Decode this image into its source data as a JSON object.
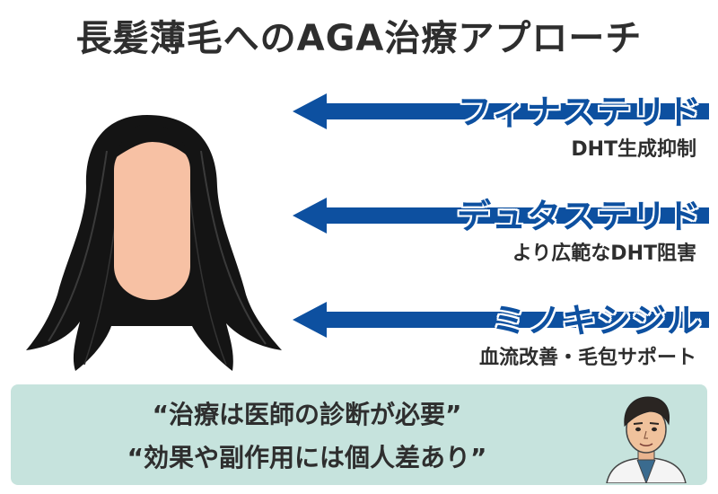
{
  "title": "長髪薄毛へのAGA治療アプローチ",
  "treatments": [
    {
      "name": "フィナステリド",
      "description": "DHT生成抑制"
    },
    {
      "name": "デュタステリド",
      "description": "より広範なDHT阻害"
    },
    {
      "name": "ミノキシジル",
      "description": "血流改善・毛包サポート"
    }
  ],
  "notes": [
    "“治療は医師の診断が必要”",
    "“効果や副作用には個人差あり”"
  ],
  "colors": {
    "arrow": "#0d50a0",
    "note_background": "#c6e3dd",
    "hair": "#141414",
    "skin": "#f7c1a4"
  }
}
